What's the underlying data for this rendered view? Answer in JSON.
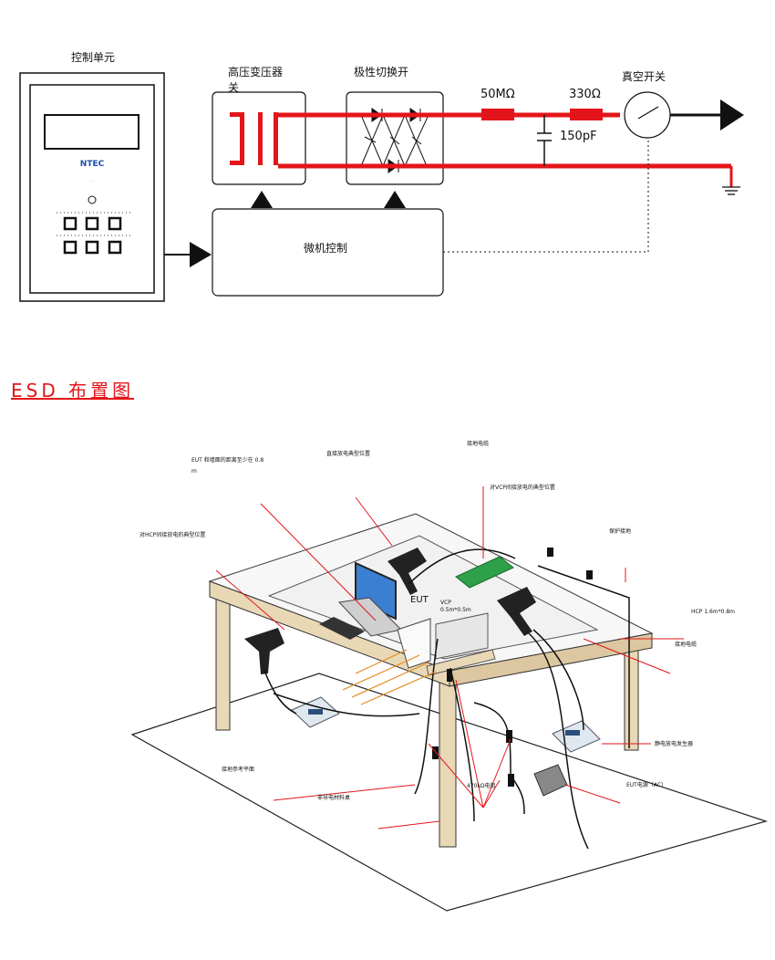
{
  "block_diagram": {
    "control_unit_label": "控制单元",
    "brand_logo": "NTEC",
    "hv_transformer_label_line1": "高压变压器",
    "hv_transformer_label_line2": "关",
    "polarity_switch_label": "极性切换开",
    "resistor1_label": "50MΩ",
    "resistor2_label": "330Ω",
    "capacitor_label": "150pF",
    "vacuum_switch_label": "真空开关",
    "micro_control_label": "微机控制",
    "colors": {
      "signal": "#e3151a",
      "outline": "#111111"
    }
  },
  "layout_section": {
    "title": "ESD 布置图"
  },
  "layout_diagram": {
    "labels": {
      "eut_distance": "EUT 和墙面的距离至少在 0.8",
      "eut_distance_unit": "m",
      "direct_discharge": "直接放电典型位置",
      "ground_cable": "接地电缆",
      "vcp_discharge": "对VCP间接放电的典型位置",
      "hcp_discharge": "对HCP间接放电的典型位置",
      "protection_ground": "保护接地",
      "eut": "EUT",
      "vcp": "VCP",
      "vcp_size": "0.5m*0.5m",
      "hcp": "HCP 1.6m*0.8m",
      "ground_cable2": "接地电缆",
      "ground_ref_plane": "接地参考平面",
      "esd_generator": "静电放电发生器",
      "resistors": "470kΩ电阻",
      "insulation_table": "非导电材料桌",
      "eut_power": "EUT电源（AC）"
    }
  }
}
